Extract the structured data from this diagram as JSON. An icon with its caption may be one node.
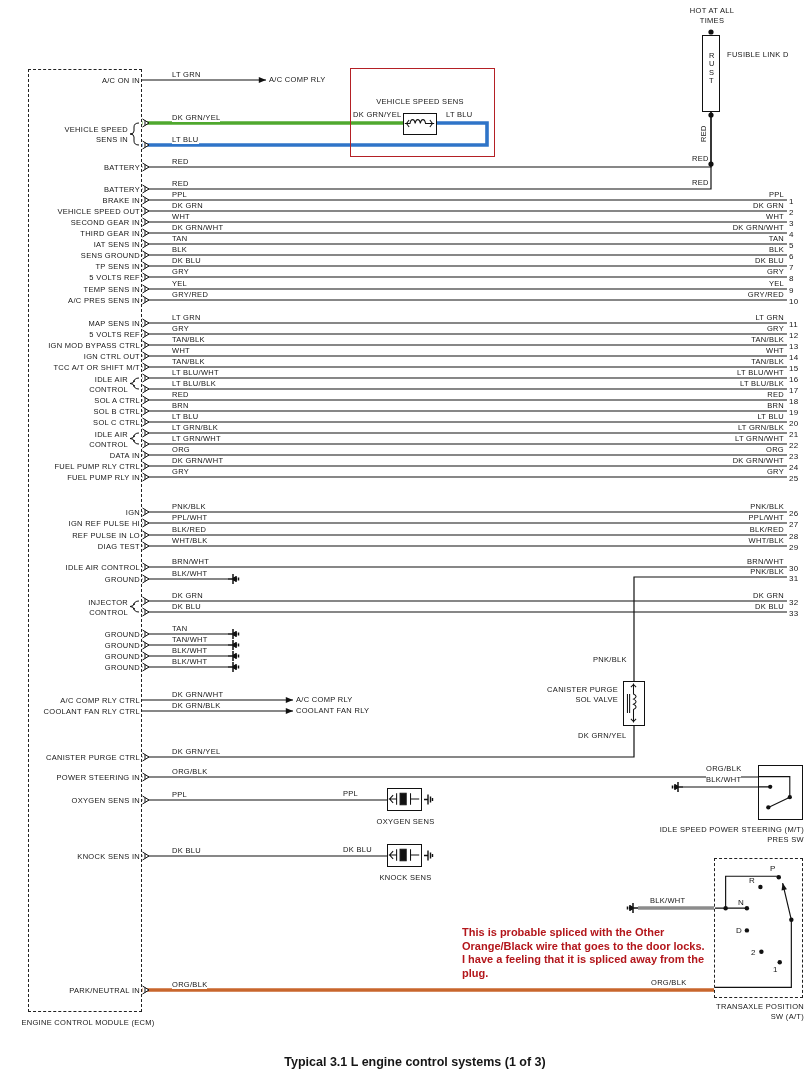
{
  "diagram": {
    "caption": "Typical 3.1 L engine control systems (1 of 3)",
    "nodes": [
      {
        "text": [
          "ENGINE CONTROL MODULE (ECM)"
        ]
      },
      {
        "text": [
          "A/C ON IN"
        ],
        "in": 0
      },
      {
        "text": [
          "VEHICLE SPEED SENS IN"
        ],
        "in": 0
      },
      {
        "text": [
          "BATTERY"
        ],
        "in": 0
      },
      {
        "text": [
          "BATTERY"
        ],
        "in": 0
      },
      {
        "text": [
          "BRAKE IN"
        ],
        "in": 0
      },
      {
        "text": [
          "VEHICLE SPEED OUT"
        ],
        "in": 0
      },
      {
        "text": [
          "SECOND GEAR IN"
        ],
        "in": 0
      },
      {
        "text": [
          "THIRD GEAR IN"
        ],
        "in": 0
      },
      {
        "text": [
          "IAT SENS IN"
        ],
        "in": 0
      },
      {
        "text": [
          "SENS GROUND"
        ],
        "in": 0
      },
      {
        "text": [
          "TP SENS IN"
        ],
        "in": 0
      },
      {
        "text": [
          "5 VOLTS REF"
        ],
        "in": 0
      },
      {
        "text": [
          "TEMP SENS IN"
        ],
        "in": 0
      },
      {
        "text": [
          "A/C PRES SENS IN"
        ],
        "in": 0
      },
      {
        "text": [
          "MAP SENS IN"
        ],
        "in": 0
      },
      {
        "text": [
          "5 VOLTS REF"
        ],
        "in": 0
      },
      {
        "text": [
          "IGN MOD BYPASS CTRL"
        ],
        "in": 0
      },
      {
        "text": [
          "IGN CTRL OUT"
        ],
        "in": 0
      },
      {
        "text": [
          "TCC A/T OR SHIFT M/T"
        ],
        "in": 0
      },
      {
        "text": [
          "IDLE AIR CONTROL"
        ],
        "in": 0
      },
      {
        "text": [
          "SOL A CTRL"
        ],
        "in": 0
      },
      {
        "text": [
          "SOL B CTRL"
        ],
        "in": 0
      },
      {
        "text": [
          "SOL C CTRL"
        ],
        "in": 0
      },
      {
        "text": [
          "IDLE AIR CONTROL"
        ],
        "in": 0
      },
      {
        "text": [
          "DATA IN"
        ],
        "in": 0
      },
      {
        "text": [
          "FUEL PUMP RLY CTRL"
        ],
        "in": 0
      },
      {
        "text": [
          "FUEL PUMP RLY IN"
        ],
        "in": 0
      },
      {
        "text": [
          "IGN"
        ],
        "in": 0
      },
      {
        "text": [
          "IGN REF PULSE HI"
        ],
        "in": 0
      },
      {
        "text": [
          "REF PULSE IN LO"
        ],
        "in": 0
      },
      {
        "text": [
          "DIAG TEST"
        ],
        "in": 0
      },
      {
        "text": [
          "IDLE AIR CONTROL"
        ],
        "in": 0
      },
      {
        "text": [
          "GROUND"
        ],
        "in": 0
      },
      {
        "text": [
          "INJECTOR CONTROL"
        ],
        "in": 0
      },
      {
        "text": [
          "GROUND"
        ],
        "in": 0
      },
      {
        "text": [
          "GROUND"
        ],
        "in": 0
      },
      {
        "text": [
          "GROUND"
        ],
        "in": 0
      },
      {
        "text": [
          "GROUND"
        ],
        "in": 0
      },
      {
        "text": [
          "A/C COMP RLY CTRL"
        ],
        "in": 0
      },
      {
        "text": [
          "COOLANT FAN RLY CTRL"
        ],
        "in": 0
      },
      {
        "text": [
          "CANISTER PURGE CTRL"
        ],
        "in": 0
      },
      {
        "text": [
          "POWER STEERING IN"
        ],
        "in": 0
      },
      {
        "text": [
          "OXYGEN SENS IN"
        ],
        "in": 0
      },
      {
        "text": [
          "KNOCK SENS IN"
        ],
        "in": 0
      },
      {
        "text": [
          "PARK/NEUTRAL IN"
        ],
        "in": 0
      },
      {
        "text": [
          "RUST"
        ],
        "beside": [
          "HOT AT ALL TIMES",
          "FUSIBLE LINK D"
        ]
      },
      {
        "text": [
          "A/C COMP RLY"
        ]
      },
      {
        "text": [],
        "shape": "box"
      },
      {
        "text": [
          "VEHICLE SPEED SENS"
        ],
        "in": 48
      },
      {
        "text": [
          "1"
        ],
        "beside": [
          "PPL"
        ]
      },
      {
        "text": [
          "2"
        ],
        "beside": [
          "DK GRN"
        ]
      },
      {
        "text": [
          "3"
        ],
        "beside": [
          "WHT"
        ]
      },
      {
        "text": [
          "4"
        ],
        "beside": [
          "DK GRN/WHT"
        ]
      },
      {
        "text": [
          "5"
        ],
        "beside": [
          "TAN"
        ]
      },
      {
        "text": [
          "6"
        ],
        "beside": [
          "BLK"
        ]
      },
      {
        "text": [
          "7"
        ],
        "beside": [
          "DK BLU"
        ]
      },
      {
        "text": [
          "8"
        ],
        "beside": [
          "GRY"
        ]
      },
      {
        "text": [
          "9"
        ],
        "beside": [
          "YEL"
        ]
      },
      {
        "text": [
          "10"
        ],
        "beside": [
          "GRY/RED"
        ]
      },
      {
        "text": [
          "11"
        ],
        "beside": [
          "LT GRN"
        ]
      },
      {
        "text": [
          "12"
        ],
        "beside": [
          "GRY"
        ]
      },
      {
        "text": [
          "13"
        ],
        "beside": [
          "TAN/BLK"
        ]
      },
      {
        "text": [
          "14"
        ],
        "beside": [
          "WHT"
        ]
      },
      {
        "text": [
          "15"
        ],
        "beside": [
          "TAN/BLK"
        ]
      },
      {
        "text": [
          "16"
        ],
        "beside": [
          "LT BLU/WHT"
        ]
      },
      {
        "text": [
          "17"
        ],
        "beside": [
          "LT BLU/BLK"
        ]
      },
      {
        "text": [
          "18"
        ],
        "beside": [
          "RED"
        ]
      },
      {
        "text": [
          "19"
        ],
        "beside": [
          "BRN"
        ]
      },
      {
        "text": [
          "20"
        ],
        "beside": [
          "LT BLU"
        ]
      },
      {
        "text": [
          "21"
        ],
        "beside": [
          "LT GRN/BLK"
        ]
      },
      {
        "text": [
          "22"
        ],
        "beside": [
          "LT GRN/WHT"
        ]
      },
      {
        "text": [
          "23"
        ],
        "beside": [
          "ORG"
        ]
      },
      {
        "text": [
          "24"
        ],
        "beside": [
          "DK GRN/WHT"
        ]
      },
      {
        "text": [
          "25"
        ],
        "beside": [
          "GRY"
        ]
      },
      {
        "text": [
          "26"
        ],
        "beside": [
          "PNK/BLK"
        ]
      },
      {
        "text": [
          "27"
        ],
        "beside": [
          "PPL/WHT"
        ]
      },
      {
        "text": [
          "28"
        ],
        "beside": [
          "BLK/RED"
        ]
      },
      {
        "text": [
          "29"
        ],
        "beside": [
          "WHT/BLK"
        ]
      },
      {
        "text": [
          "30"
        ],
        "beside": [
          "BRN/WHT"
        ]
      },
      {
        "text": [
          "31"
        ],
        "beside": [
          "PNK/BLK"
        ]
      },
      {
        "text": [
          "32"
        ],
        "beside": [
          "DK GRN"
        ]
      },
      {
        "text": [
          "33"
        ],
        "beside": [
          "DK BLU"
        ]
      },
      {
        "text": [],
        "shape": "ground"
      },
      {
        "text": [],
        "shape": "ground"
      },
      {
        "text": [],
        "shape": "ground"
      },
      {
        "text": [],
        "shape": "ground"
      },
      {
        "text": [],
        "shape": "ground"
      },
      {
        "text": [
          "A/C COMP RLY"
        ]
      },
      {
        "text": [
          "COOLANT FAN RLY"
        ]
      },
      {
        "text": [
          "CANISTER PURGE SOL VALVE"
        ]
      },
      {
        "text": [],
        "shape": "ground"
      },
      {
        "text": [
          "IDLE SPEED POWER STEERING (M/T) PRES SW"
        ]
      },
      {
        "text": [
          "OXYGEN SENS"
        ]
      },
      {
        "text": [
          "KNOCK SENS"
        ]
      },
      {
        "text": [],
        "shape": "ground"
      },
      {
        "text": [
          "TRANSAXLE POSITION SW (A/T)"
        ]
      }
    ],
    "edges": [
      {
        "from": 1,
        "to": 47,
        "arrow": "to",
        "label": "LT GRN"
      },
      {
        "from": 2,
        "to": 49,
        "arrow": "other",
        "label": "DK GRN/YEL",
        "style": "thick",
        "color": "#4fa82e"
      },
      {
        "from": 2,
        "to": 49,
        "arrow": "other",
        "label": "LT BLU",
        "style": "thick",
        "color": "#2f74c8"
      },
      {
        "from": 3,
        "to": 46,
        "arrow": "other",
        "label": "RED"
      },
      {
        "from": 4,
        "to": 46,
        "arrow": "other",
        "label": "RED"
      },
      {
        "from": 5,
        "to": 50,
        "arrow": "other",
        "label": "PPL"
      },
      {
        "from": 6,
        "to": 51,
        "arrow": "other",
        "label": "DK GRN"
      },
      {
        "from": 7,
        "to": 52,
        "arrow": "other",
        "label": "WHT"
      },
      {
        "from": 8,
        "to": 53,
        "arrow": "other",
        "label": "DK GRN/WHT"
      },
      {
        "from": 9,
        "to": 54,
        "arrow": "other",
        "label": "TAN"
      },
      {
        "from": 10,
        "to": 55,
        "arrow": "other",
        "label": "BLK"
      },
      {
        "from": 11,
        "to": 56,
        "arrow": "other",
        "label": "DK BLU"
      },
      {
        "from": 12,
        "to": 57,
        "arrow": "other",
        "label": "GRY"
      },
      {
        "from": 13,
        "to": 58,
        "arrow": "other",
        "label": "YEL"
      },
      {
        "from": 14,
        "to": 59,
        "arrow": "other",
        "label": "GRY/RED"
      },
      {
        "from": 15,
        "to": 60,
        "arrow": "other",
        "label": "LT GRN"
      },
      {
        "from": 16,
        "to": 61,
        "arrow": "other",
        "label": "GRY"
      },
      {
        "from": 17,
        "to": 62,
        "arrow": "other",
        "label": "TAN/BLK"
      },
      {
        "from": 18,
        "to": 63,
        "arrow": "other",
        "label": "WHT"
      },
      {
        "from": 19,
        "to": 64,
        "arrow": "other",
        "label": "TAN/BLK"
      },
      {
        "from": 20,
        "to": 65,
        "arrow": "other",
        "label": "LT BLU/WHT"
      },
      {
        "from": 20,
        "to": 66,
        "arrow": "other",
        "label": "LT BLU/BLK"
      },
      {
        "from": 21,
        "to": 67,
        "arrow": "other",
        "label": "RED"
      },
      {
        "from": 22,
        "to": 68,
        "arrow": "other",
        "label": "BRN"
      },
      {
        "from": 23,
        "to": 69,
        "arrow": "other",
        "label": "LT BLU"
      },
      {
        "from": 24,
        "to": 70,
        "arrow": "other",
        "label": "LT GRN/BLK"
      },
      {
        "from": 24,
        "to": 71,
        "arrow": "other",
        "label": "LT GRN/WHT"
      },
      {
        "from": 25,
        "to": 72,
        "arrow": "other",
        "label": "ORG"
      },
      {
        "from": 26,
        "to": 73,
        "arrow": "other",
        "label": "DK GRN/WHT"
      },
      {
        "from": 27,
        "to": 74,
        "arrow": "other",
        "label": "GRY"
      },
      {
        "from": 28,
        "to": 75,
        "arrow": "other",
        "label": "PNK/BLK"
      },
      {
        "from": 29,
        "to": 76,
        "arrow": "other",
        "label": "PPL/WHT"
      },
      {
        "from": 30,
        "to": 77,
        "arrow": "other",
        "label": "BLK/RED"
      },
      {
        "from": 31,
        "to": 78,
        "arrow": "other",
        "label": "WHT/BLK"
      },
      {
        "from": 32,
        "to": 79,
        "arrow": "other",
        "label": "BRN/WHT"
      },
      {
        "from": 33,
        "to": 83,
        "arrow": "other",
        "label": "BLK/WHT"
      },
      {
        "from": 80,
        "to": 90,
        "arrow": "none",
        "label": "PNK/BLK"
      },
      {
        "from": 34,
        "to": 81,
        "arrow": "other",
        "label": "DK GRN"
      },
      {
        "from": 34,
        "to": 82,
        "arrow": "other",
        "label": "DK BLU"
      },
      {
        "from": 35,
        "to": 84,
        "arrow": "other",
        "label": "TAN"
      },
      {
        "from": 36,
        "to": 85,
        "arrow": "other",
        "label": "TAN/WHT"
      },
      {
        "from": 37,
        "to": 86,
        "arrow": "other",
        "label": "BLK/WHT"
      },
      {
        "from": 38,
        "to": 87,
        "arrow": "other",
        "label": "BLK/WHT"
      },
      {
        "from": 39,
        "to": 88,
        "arrow": "to",
        "label": "DK GRN/WHT"
      },
      {
        "from": 40,
        "to": 89,
        "arrow": "to",
        "label": "DK GRN/BLK"
      },
      {
        "from": 41,
        "to": 90,
        "arrow": "other",
        "label": "DK GRN/YEL"
      },
      {
        "from": 42,
        "to": 92,
        "arrow": "other",
        "label": "ORG/BLK"
      },
      {
        "from": 91,
        "to": 92,
        "arrow": "none",
        "label": "BLK/WHT"
      },
      {
        "from": 43,
        "to": 93,
        "arrow": "other",
        "label": "PPL"
      },
      {
        "from": 44,
        "to": 94,
        "arrow": "other",
        "label": "DK BLU"
      },
      {
        "from": 95,
        "to": 96,
        "arrow": "none",
        "label": "BLK/WHT",
        "style": "thick",
        "color": "#8c8c8c"
      },
      {
        "from": 45,
        "to": 96,
        "arrow": "other",
        "label": "ORG/BLK",
        "style": "thick",
        "color": "#c8662c"
      }
    ],
    "labels": [
      "DK GRN/YEL",
      "LT BLU",
      "RED",
      "RED",
      "RED",
      "DK GRN/YEL",
      "ORG/BLK",
      "PPL",
      "DK BLU",
      "P",
      "R",
      "N",
      "D",
      "2",
      "1",
      "This is probable spliced with the Other Orange/Black wire that goes to the door locks. I have a feeling that it is spliced away from the plug.",
      "ORG/BLK"
    ]
  }
}
